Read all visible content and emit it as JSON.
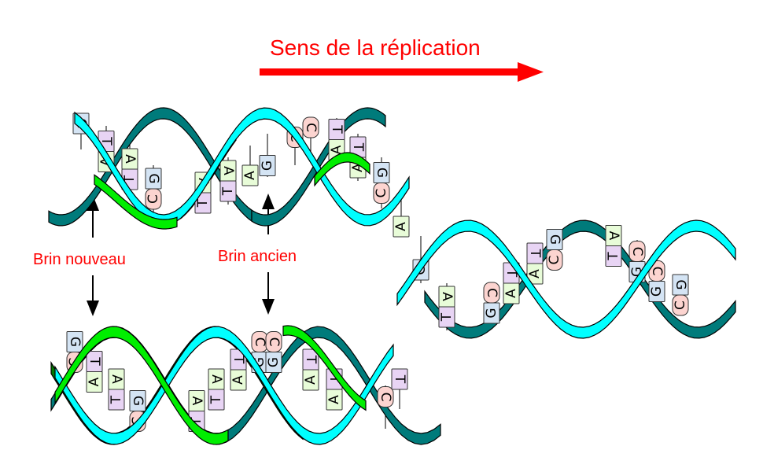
{
  "title": "Sens de la réplication",
  "labels": {
    "new_strand": "Brin nouveau",
    "old_strand": "Brin ancien"
  },
  "colors": {
    "label_red": "#ff0000",
    "old_strand_teal": "#007b7b",
    "old_strand_cyan": "#00ffff",
    "new_strand_green": "#00ee00",
    "new_strand_darkgreen": "#007700",
    "base_A": "#e8fcd8",
    "base_T": "#e8d4f4",
    "base_G": "#d4e4f4",
    "base_C": "#fcd4d0"
  },
  "top_branch_pairs": [
    {
      "top": "G",
      "bottom": ""
    },
    {
      "top": "T",
      "bottom": "A"
    },
    {
      "top": "A",
      "bottom": "T"
    },
    {
      "top": "G",
      "bottom": "C"
    },
    {
      "top": "A",
      "bottom": "T"
    },
    {
      "top": "A",
      "bottom": "T"
    },
    {
      "top": "",
      "bottom": "A"
    },
    {
      "top": "",
      "bottom": "G"
    },
    {
      "top": "C",
      "bottom": ""
    },
    {
      "top": "C",
      "bottom": ""
    },
    {
      "top": "T",
      "bottom": "A"
    },
    {
      "top": "T",
      "bottom": "A"
    },
    {
      "top": "G",
      "bottom": "C"
    },
    {
      "top": "",
      "bottom": "A"
    },
    {
      "top": "",
      "bottom": "G"
    },
    {
      "top": "A",
      "bottom": "T"
    }
  ],
  "bottom_branch_pairs": [
    {
      "top": "G",
      "bottom": "C"
    },
    {
      "top": "T",
      "bottom": "A"
    },
    {
      "top": "A",
      "bottom": "T"
    },
    {
      "top": "G",
      "bottom": "C"
    },
    {
      "top": "A",
      "bottom": "T"
    },
    {
      "top": "A",
      "bottom": "T"
    },
    {
      "top": "T",
      "bottom": "A"
    },
    {
      "top": "C",
      "bottom": "G"
    },
    {
      "top": "C",
      "bottom": "G"
    },
    {
      "top": "T",
      "bottom": "A"
    },
    {
      "top": "T",
      "bottom": "A"
    },
    {
      "top": "C",
      "bottom": ""
    },
    {
      "top": "T",
      "bottom": ""
    }
  ],
  "parent_duplex_pairs": [
    {
      "top": "C",
      "bottom": "G"
    },
    {
      "top": "T",
      "bottom": "A"
    },
    {
      "top": "T",
      "bottom": "A"
    },
    {
      "top": "G",
      "bottom": "C"
    },
    {
      "top": "A",
      "bottom": "T"
    },
    {
      "top": "C",
      "bottom": "G"
    },
    {
      "top": "C",
      "bottom": "G"
    },
    {
      "top": "G",
      "bottom": "C"
    }
  ]
}
